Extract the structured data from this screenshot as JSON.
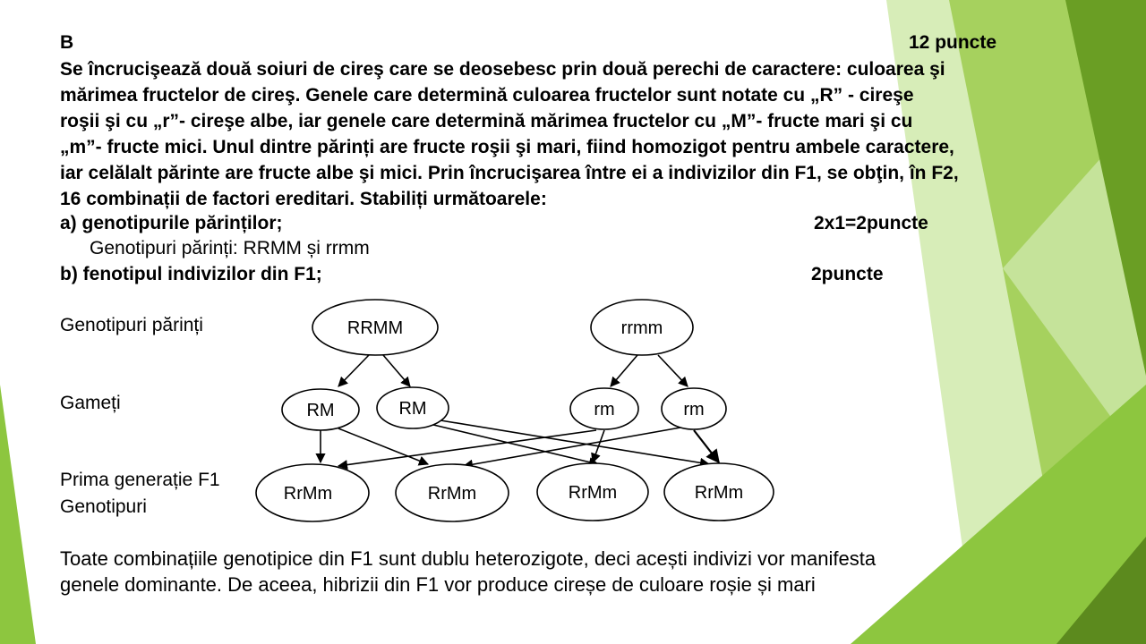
{
  "header": {
    "letter": "B",
    "points": "12 puncte"
  },
  "problem": {
    "lines": [
      "Se încrucişează două soiuri de cireş care se deosebesc prin două perechi de caractere: culoarea şi",
      "mărimea fructelor de cireş. Genele care determină culoarea fructelor sunt notate cu „R” - cireşe",
      "roşii şi cu „r”- cireşe albe, iar genele care determină mărimea fructelor cu „M”- fructe mari şi cu",
      "„m”- fructe mici. Unul dintre părinți are fructe roşii şi mari, fiind homozigot pentru ambele caractere,",
      "iar celălalt părinte are fructe albe şi mici. Prin încrucişarea între ei a indivizilor din F1, se obţin, în F2,",
      "16 combinații de factori ereditari. Stabiliți următoarele:"
    ]
  },
  "question_a": {
    "label": "a)  genotipurile părinților;",
    "points": "2x1=2puncte",
    "answer": "Genotipuri părinți: RRMM și rrmm"
  },
  "question_b": {
    "label": "b) fenotipul indivizilor din F1;",
    "points": "2puncte"
  },
  "diagram": {
    "row_labels": {
      "parents": "Genotipuri părinți",
      "gametes": "Gameți",
      "f1_line1": "Prima generație F1",
      "f1_line2": "Genotipuri"
    },
    "parents": [
      "RRMM",
      "rrmm"
    ],
    "gametes": [
      "RM",
      "RM",
      "rm",
      "rm"
    ],
    "f1": [
      "RrMm",
      "RrMm",
      "RrMm",
      "RrMm"
    ]
  },
  "conclusion": {
    "lines": [
      "Toate combinațiile genotipice din F1 sunt dublu heterozigote, deci acești indivizi vor manifesta",
      "genele dominante. De aceea, hibrizii din F1 vor produce cireșe de culoare roșie și mari"
    ]
  },
  "colors": {
    "accent_green": "#8dc63f",
    "dark_green": "#5c8a1e",
    "light_green": "#c5e39a"
  }
}
